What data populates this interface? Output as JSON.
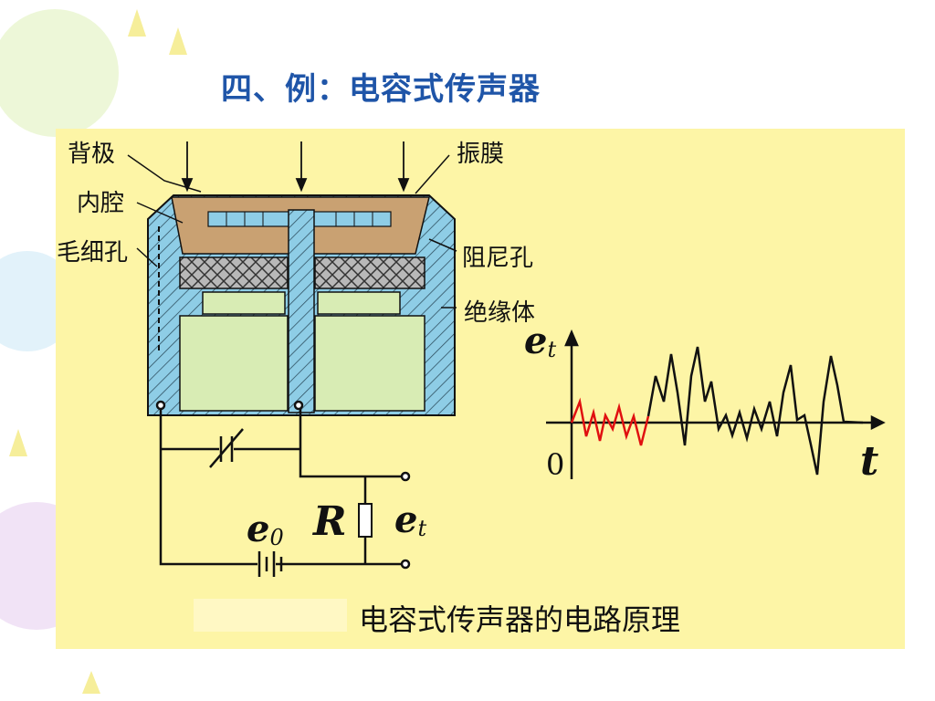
{
  "slide": {
    "title": "四、例：电容式传声器"
  },
  "diagram": {
    "parts": {
      "back_plate": "背极",
      "inner_cavity": "内腔",
      "capillary": "毛细孔",
      "diaphragm": "振膜",
      "damping_hole": "阻尼孔",
      "insulator": "绝缘体"
    },
    "circuit": {
      "source_symbol": "e",
      "source_sub": "0",
      "resistor_symbol": "R",
      "output_symbol": "e",
      "output_sub": "t"
    },
    "waveform": {
      "y_axis_symbol": "e",
      "y_axis_sub": "t",
      "x_axis_symbol": "t",
      "origin_label": "0"
    },
    "caption": "电容式传声器的电路原理"
  },
  "colors": {
    "title": "#1f55a8",
    "panel": "#fdf5a6",
    "housing": "#8ecde6",
    "cavity": "#c9a172",
    "chamber": "#d8ecb4",
    "noise_wave": "#e01010",
    "signal_wave": "#111111"
  }
}
